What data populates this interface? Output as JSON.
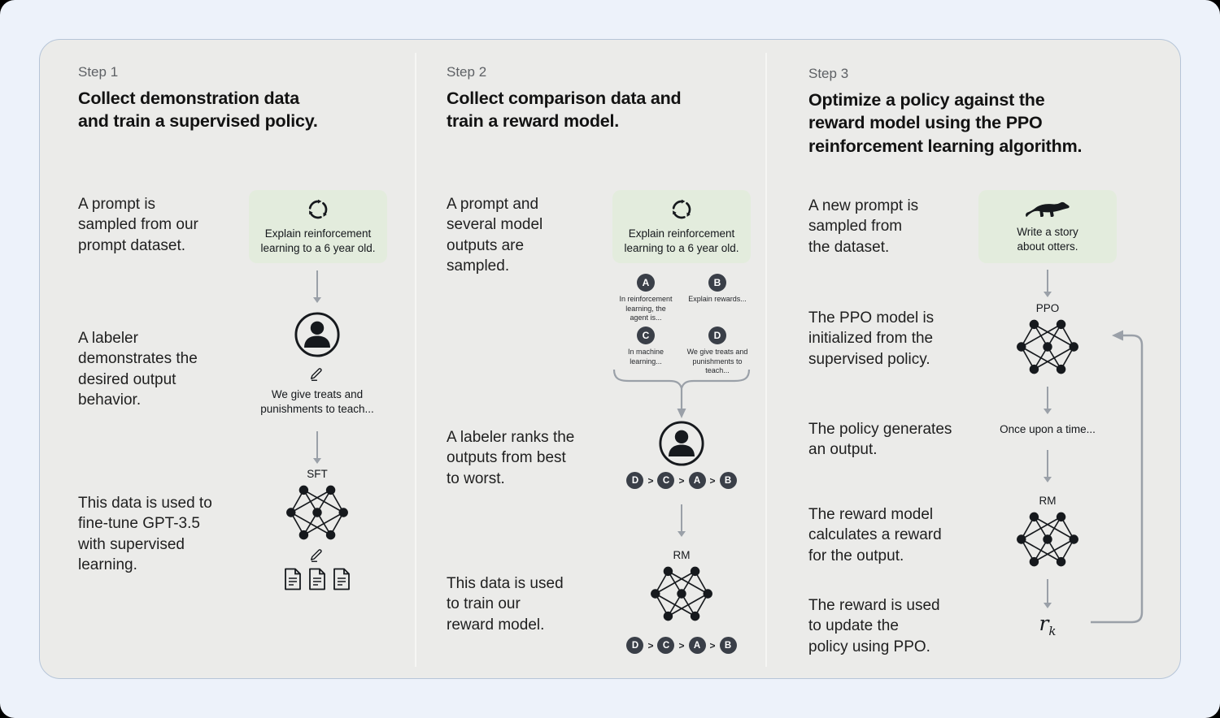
{
  "ui": {
    "gt": ">",
    "colors": {
      "page_corner": "#000000",
      "canvas_bg": "#edf2fa",
      "card_bg": "#ebebe9",
      "card_border": "#b6c5d8",
      "prompt_box_green": "#e3ecdd",
      "badge_dark": "#3a3f48",
      "arrow_gray": "#9aa0a8",
      "ink": "#15181c"
    }
  },
  "steps": [
    {
      "label": "Step 1",
      "title": "Collect demonstration data\nand train a supervised policy.",
      "captions": [
        "A prompt is\nsampled from our\nprompt dataset.",
        "A labeler\ndemonstrates the\ndesired output\nbehavior.",
        "This data is used to\nfine-tune GPT-3.5\nwith supervised\nlearning."
      ],
      "prompt_box": {
        "icon": "cycle-icon",
        "text": "Explain reinforcement\nlearning to a 6 year old."
      },
      "labeler_note": "We give treats and\npunishments to teach...",
      "model_label": "SFT"
    },
    {
      "label": "Step 2",
      "title": "Collect comparison data and\ntrain a reward model.",
      "captions": [
        "A prompt and\nseveral model\noutputs are\nsampled.",
        "A labeler ranks the\noutputs from best\nto worst.",
        "This data is used\nto train our\nreward model."
      ],
      "prompt_box": {
        "icon": "cycle-icon",
        "text": "Explain reinforcement\nlearning to a 6 year old."
      },
      "outputs": [
        {
          "id": "A",
          "text": "In reinforcement\nlearning, the\nagent is..."
        },
        {
          "id": "B",
          "text": "Explain rewards..."
        },
        {
          "id": "C",
          "text": "In machine\nlearning..."
        },
        {
          "id": "D",
          "text": "We give treats and\npunishments to\nteach..."
        }
      ],
      "ranking": [
        "D",
        "C",
        "A",
        "B"
      ],
      "model_label": "RM"
    },
    {
      "label": "Step 3",
      "title": "Optimize a policy against the\nreward model using the PPO\nreinforcement learning algorithm.",
      "captions": [
        "A new prompt is\nsampled from\nthe dataset.",
        "The PPO model is\ninitialized from the\nsupervised policy.",
        "The policy generates\nan output.",
        "The reward model\ncalculates a reward\nfor the output.",
        "The reward is used\nto update the\npolicy using PPO."
      ],
      "prompt_box": {
        "icon": "otter-icon",
        "text": "Write a story\nabout otters."
      },
      "policy_label": "PPO",
      "policy_output": "Once upon a time...",
      "reward_model_label": "RM",
      "reward_symbol": "r",
      "reward_subscript": "k"
    }
  ]
}
